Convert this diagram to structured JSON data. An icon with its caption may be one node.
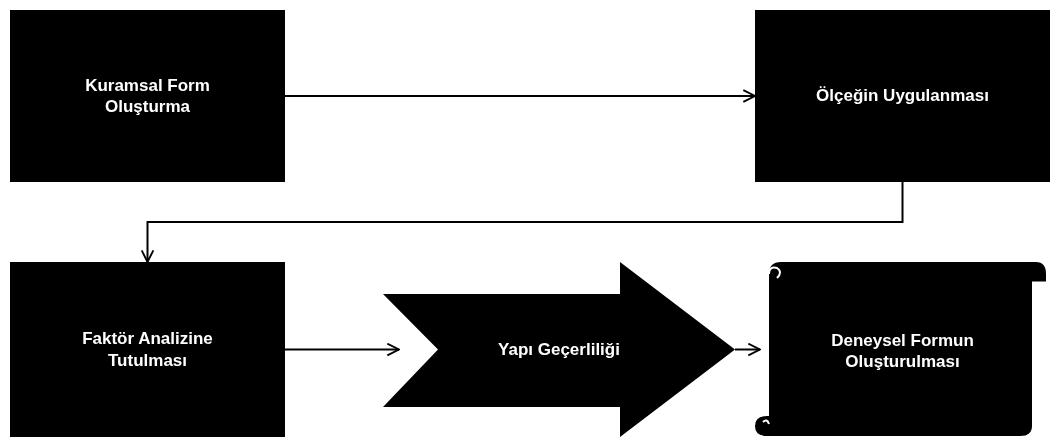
{
  "diagram": {
    "nodes": [
      {
        "text": [
          "Kuramsal Form Oluşturma"
        ]
      },
      {
        "text": [
          "Ölçeğin Uygulanması"
        ]
      },
      {
        "text": [
          "Faktör Analizine Tutulması"
        ]
      },
      {
        "text": [
          "Yapı Geçerliliği"
        ]
      },
      {
        "text": [
          "Deneysel Formun Oluşturulması"
        ]
      }
    ],
    "edges": [
      {
        "from": 0,
        "to": 1,
        "arrow": "to"
      },
      {
        "from": 1,
        "to": 2,
        "arrow": "to"
      },
      {
        "from": 2,
        "to": 3,
        "arrow": "to"
      },
      {
        "from": 3,
        "to": 4,
        "arrow": "to"
      }
    ]
  }
}
